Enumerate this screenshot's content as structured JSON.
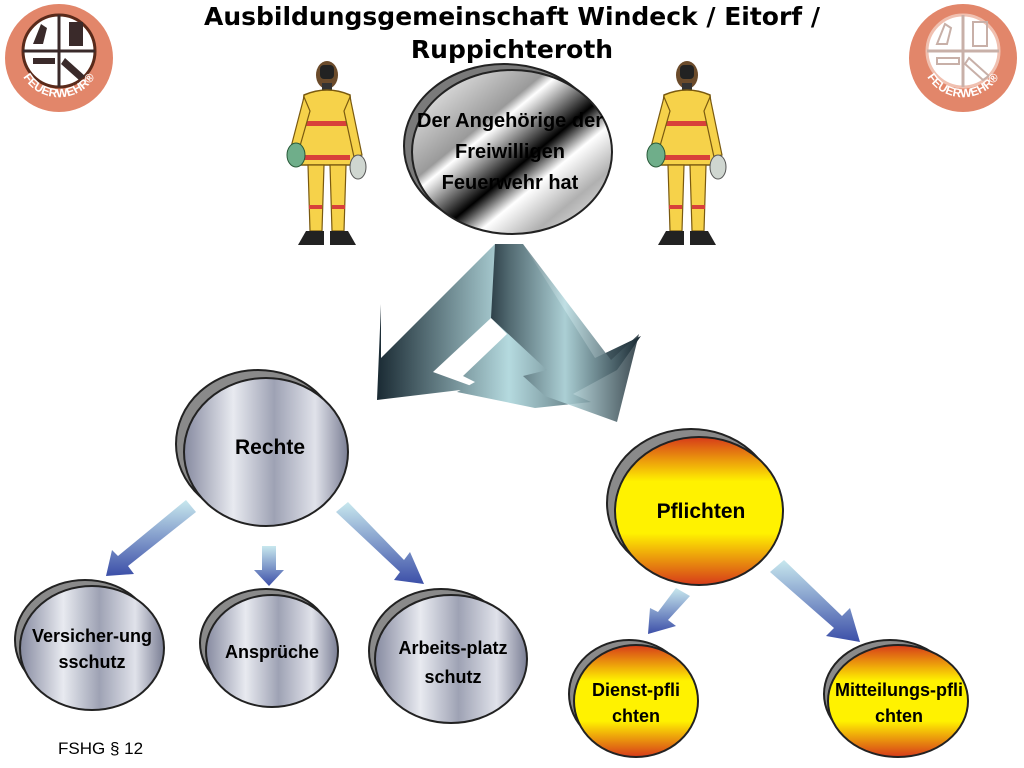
{
  "title": "Ausbildungsgemeinschaft Windeck / Eitorf / Ruppichteroth",
  "logo_text": "FEUERWEHR®",
  "center_node": "Der Angehörige der Freiwilligen Feuerwehr hat",
  "rights": {
    "label": "Rechte",
    "children": [
      "Versicher-ungsschutz",
      "Ansprüche",
      "Arbeits-platzschutz"
    ]
  },
  "duties": {
    "label": "Pflichten",
    "children": [
      "Dienst-pflichten",
      "Mitteilungs-pflichten"
    ]
  },
  "footer": "FSHG § 12",
  "colors": {
    "logo_ring": "#e2866a",
    "gray_node": "#9ea2b4",
    "yellow_node": "#fff200",
    "red_node": "#d63a1a",
    "arrow_blue": "#3c4fa8"
  },
  "icons": [
    "firefighter-figure",
    "fire-brigade-logo"
  ]
}
